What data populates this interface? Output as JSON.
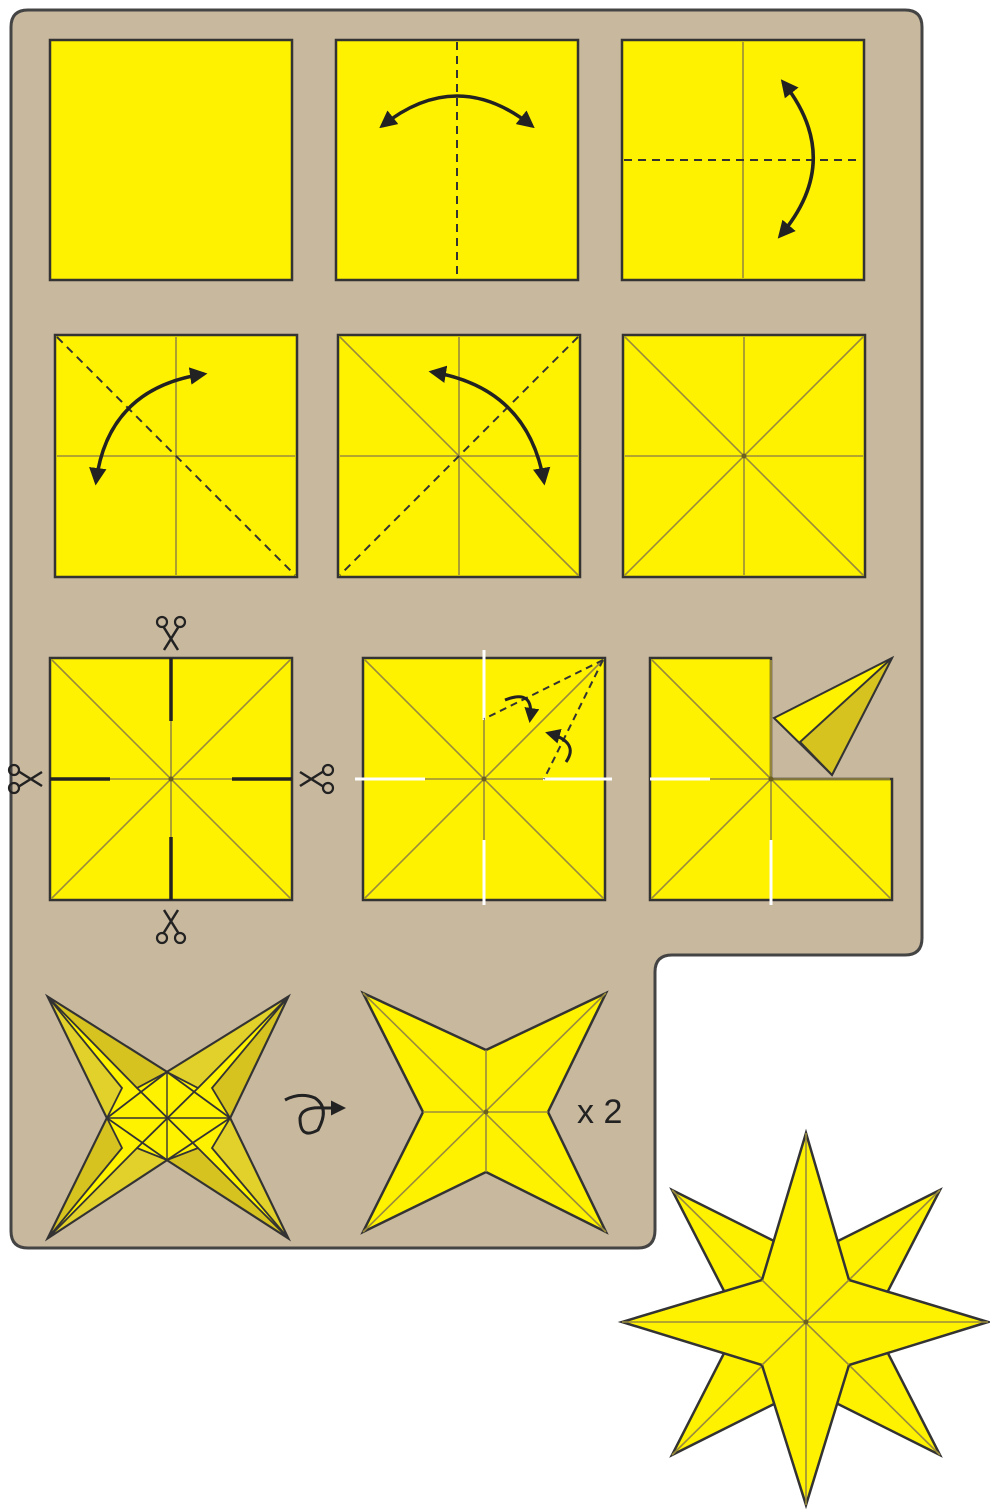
{
  "diagram": {
    "colors": {
      "background": "#ffffff",
      "panel": "#c8b89e",
      "panel_border": "#444444",
      "paper": "#fff200",
      "paper_shadow": "#e2d12a",
      "paper_shadow_dark": "#d6c320",
      "crease": "#9a8b3c",
      "edge": "#333333",
      "arrow": "#222222",
      "cut_mark": "#ffffff"
    },
    "steps": [
      {
        "name": "step-1-square"
      },
      {
        "name": "step-2-vertical-valley-fold"
      },
      {
        "name": "step-3-horizontal-valley-fold"
      },
      {
        "name": "step-4-diagonal-fold"
      },
      {
        "name": "step-5-opposite-diagonal-fold"
      },
      {
        "name": "step-6-creased-square"
      },
      {
        "name": "step-7-cut-four-slits"
      },
      {
        "name": "step-8-fold-point"
      },
      {
        "name": "step-9-point-formed"
      },
      {
        "name": "step-10-four-point-star-back"
      },
      {
        "name": "step-11-four-point-star-front"
      },
      {
        "name": "step-12-eight-point-star"
      }
    ],
    "icons": [
      "scissors-icon",
      "curved-double-arrow-icon",
      "turn-over-icon"
    ],
    "multiplier_text": "x 2"
  }
}
